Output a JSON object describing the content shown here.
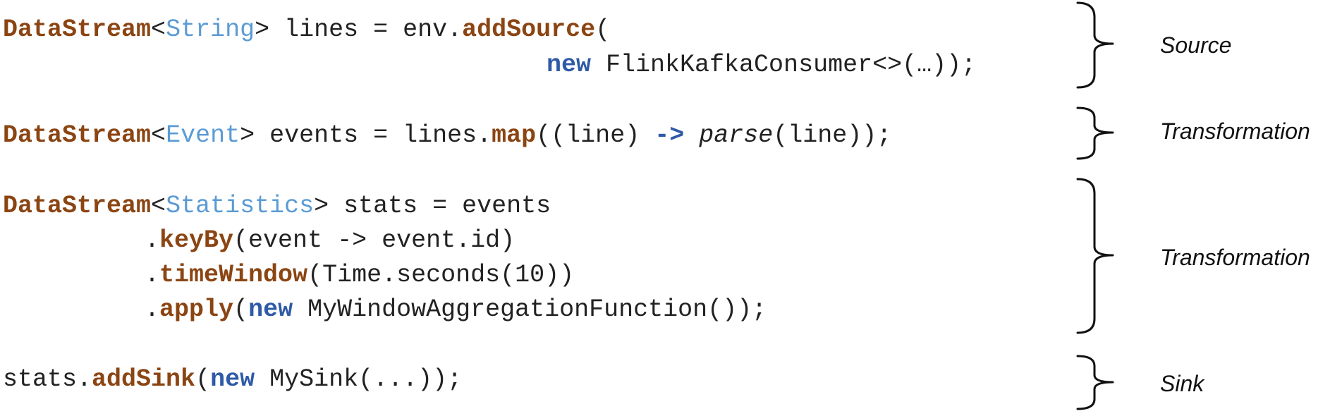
{
  "colors": {
    "keyword_brown": "#8B4513",
    "keyword_blue": "#2E5AA7",
    "type_lightblue": "#5B9BD5",
    "plain": "#222222",
    "brace": "#111111"
  },
  "code": [
    {
      "tokens": [
        {
          "text": "DataStream",
          "style": "brown"
        },
        {
          "text": "<",
          "style": "plain"
        },
        {
          "text": "String",
          "style": "type"
        },
        {
          "text": "> lines = env.",
          "style": "plain"
        },
        {
          "text": "addSource",
          "style": "brown"
        },
        {
          "text": "(",
          "style": "plain"
        }
      ]
    },
    {
      "tokens": [
        {
          "text": "new",
          "style": "blue"
        },
        {
          "text": " FlinkKafkaConsumer<>(…));",
          "style": "plain"
        }
      ]
    },
    {
      "tokens": [
        {
          "text": "DataStream",
          "style": "brown"
        },
        {
          "text": "<",
          "style": "plain"
        },
        {
          "text": "Event",
          "style": "type"
        },
        {
          "text": "> events = lines.",
          "style": "plain"
        },
        {
          "text": "map",
          "style": "brown"
        },
        {
          "text": "((line) ",
          "style": "plain"
        },
        {
          "text": "->",
          "style": "blue"
        },
        {
          "text": " ",
          "style": "plain"
        },
        {
          "text": "parse",
          "style": "italic"
        },
        {
          "text": "(line));",
          "style": "plain"
        }
      ]
    },
    {
      "tokens": [
        {
          "text": "DataStream",
          "style": "brown"
        },
        {
          "text": "<",
          "style": "plain"
        },
        {
          "text": "Statistics",
          "style": "type"
        },
        {
          "text": "> stats = events",
          "style": "plain"
        }
      ]
    },
    {
      "tokens": [
        {
          "text": ".",
          "style": "plain"
        },
        {
          "text": "keyBy",
          "style": "brown"
        },
        {
          "text": "(event -> event.id)",
          "style": "plain"
        }
      ]
    },
    {
      "tokens": [
        {
          "text": ".",
          "style": "plain"
        },
        {
          "text": "timeWindow",
          "style": "brown"
        },
        {
          "text": "(Time.seconds(10))",
          "style": "plain"
        }
      ]
    },
    {
      "tokens": [
        {
          "text": ".",
          "style": "plain"
        },
        {
          "text": "apply",
          "style": "brown"
        },
        {
          "text": "(",
          "style": "plain"
        },
        {
          "text": "new",
          "style": "blue"
        },
        {
          "text": " MyWindowAggregationFunction());",
          "style": "plain"
        }
      ]
    },
    {
      "tokens": [
        {
          "text": "stats.",
          "style": "plain"
        },
        {
          "text": "addSink",
          "style": "brown"
        },
        {
          "text": "(",
          "style": "plain"
        },
        {
          "text": "new",
          "style": "blue"
        },
        {
          "text": " MySink(...));",
          "style": "plain"
        }
      ]
    }
  ],
  "labels": [
    {
      "text": "Source"
    },
    {
      "text": "Transformation"
    },
    {
      "text": "Transformation"
    },
    {
      "text": "Sink"
    }
  ]
}
